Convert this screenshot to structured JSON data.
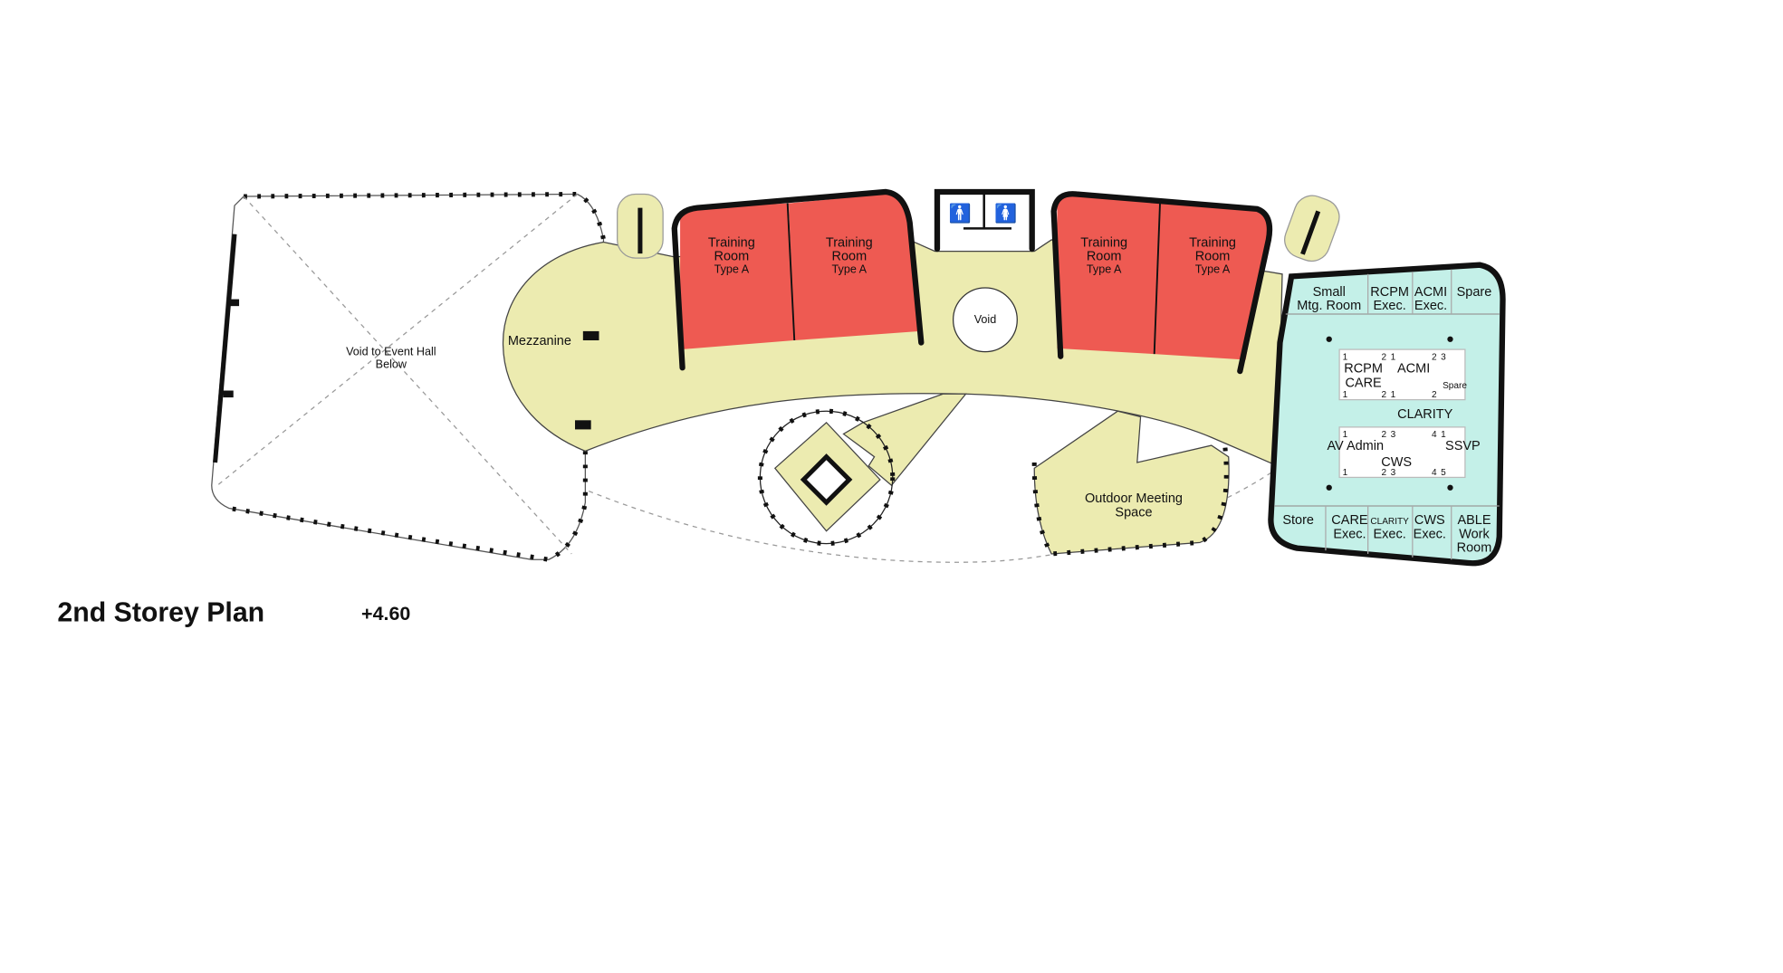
{
  "title": "2nd Storey Plan",
  "level": "+4.60",
  "colors": {
    "floor": "#ecebb0",
    "training": "#ee5a52",
    "office": "#c4f0e8",
    "wall": "#111111"
  },
  "spaces": {
    "void_hall": [
      "Void to Event Hall",
      "Below"
    ],
    "mezzanine": "Mezzanine",
    "void": "Void",
    "outdoor": [
      "Outdoor Meeting",
      "Space"
    ],
    "training_rooms": [
      {
        "name": [
          "Training",
          "Room"
        ],
        "type": "Type A"
      },
      {
        "name": [
          "Training",
          "Room"
        ],
        "type": "Type A"
      },
      {
        "name": [
          "Training",
          "Room"
        ],
        "type": "Type A"
      },
      {
        "name": [
          "Training",
          "Room"
        ],
        "type": "Type A"
      }
    ],
    "toilet_icons": [
      "male-toilet-icon",
      "female-toilet-icon"
    ]
  },
  "office": {
    "top_rooms": [
      [
        "Small",
        "Mtg. Room"
      ],
      [
        "RCPM",
        "Exec."
      ],
      [
        "ACMI",
        "Exec."
      ],
      [
        "Spare"
      ]
    ],
    "bottom_rooms": [
      [
        "Store"
      ],
      [
        "CARE",
        "Exec."
      ],
      [
        "CLARITY",
        "Exec."
      ],
      [
        "CWS",
        "Exec."
      ],
      [
        "ABLE",
        "Work",
        "Room"
      ]
    ],
    "workstations": [
      "RCPM",
      "ACMI",
      "CARE",
      "Spare",
      "CLARITY",
      "AV Admin",
      "SSVP",
      "CWS"
    ],
    "desk_numbers_top": [
      "1",
      "2",
      "1",
      "2",
      "3",
      "1",
      "2",
      "1",
      "2"
    ],
    "desk_numbers_bottom": [
      "1",
      "2",
      "3",
      "4",
      "1",
      "1",
      "2",
      "3",
      "4",
      "5"
    ]
  }
}
